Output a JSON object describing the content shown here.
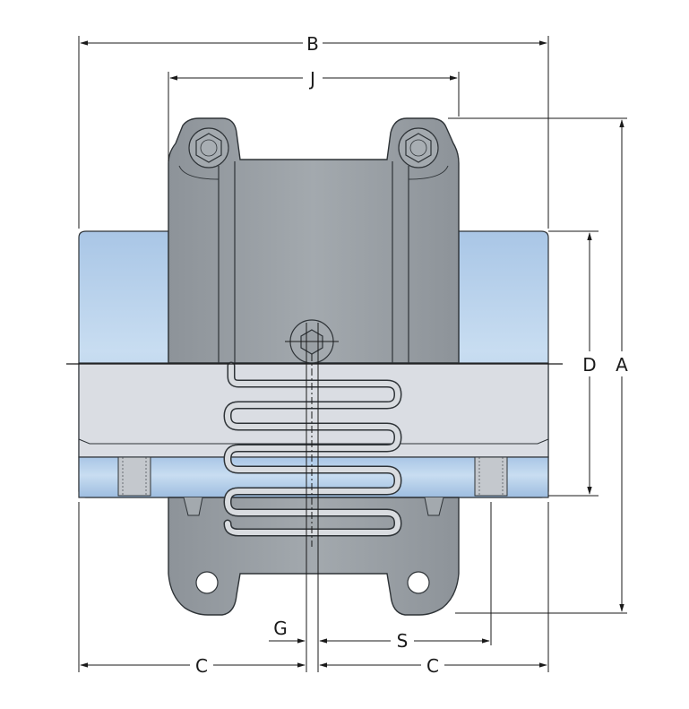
{
  "labels": {
    "A": "A",
    "B": "B",
    "C_left": "C",
    "C_right": "C",
    "D": "D",
    "G": "G",
    "J": "J",
    "S": "S"
  },
  "colors": {
    "housing_gray": "#9ba1a7",
    "housing_dark": "#868c92",
    "hub_blue": "#b9d3ec",
    "hub_blue_dark": "#8fb3d8",
    "band_light": "#dadde3",
    "outline": "#2e3337",
    "spring": "#d9dce0"
  }
}
